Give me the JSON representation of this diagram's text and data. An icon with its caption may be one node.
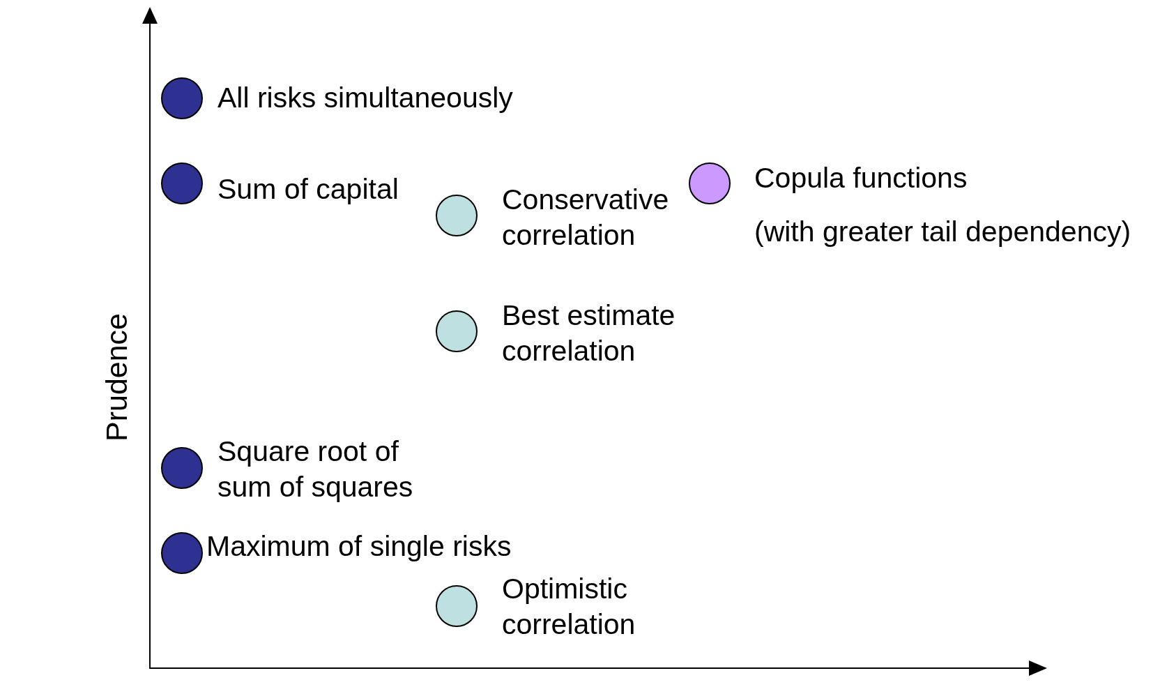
{
  "diagram": {
    "nodes": [
      {
        "text": [],
        "shape": "circle",
        "beside": [
          "All risks simultaneously"
        ]
      },
      {
        "text": [],
        "shape": "circle",
        "beside": [
          "Sum of capital"
        ]
      },
      {
        "text": [],
        "shape": "circle",
        "beside": [
          "Conservative correlation"
        ]
      },
      {
        "text": [],
        "shape": "circle",
        "beside": [
          "Copula functions",
          "(with greater tail dependency)"
        ]
      },
      {
        "text": [],
        "shape": "circle",
        "beside": [
          "Best estimate correlation"
        ]
      },
      {
        "text": [],
        "shape": "circle",
        "beside": [
          "Square root of sum of squares"
        ]
      },
      {
        "text": [],
        "shape": "circle",
        "beside": [
          "Maximum of single risks"
        ]
      },
      {
        "text": [],
        "shape": "circle",
        "beside": [
          "Optimistic correlation"
        ]
      }
    ],
    "labels": [
      "Prudence"
    ]
  }
}
